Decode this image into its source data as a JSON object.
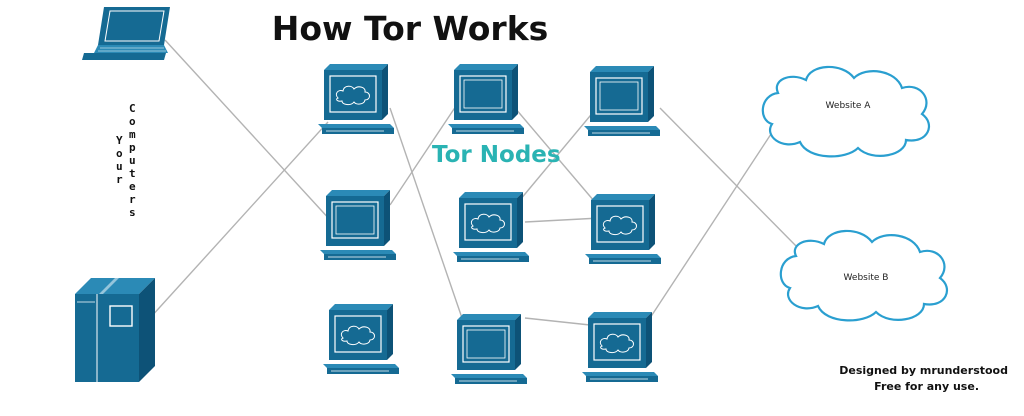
{
  "title": "How Tor Works",
  "nodes_label": "Tor Nodes",
  "computers_label_chars": [
    "C",
    "o",
    "m",
    "p",
    "u",
    "t",
    "e",
    "r",
    "s"
  ],
  "computers_label_prefix_chars": [
    "Y",
    "o",
    "u",
    "r"
  ],
  "websites": [
    {
      "label": "Website A"
    },
    {
      "label": "Website B"
    }
  ],
  "credit": {
    "line1": "Designed by mrunderstood",
    "line2": "Free for any use."
  },
  "colors": {
    "device": "#156a93",
    "device_dark": "#0d5277",
    "device_light": "#2b8ab6",
    "link": "#b3b3b3",
    "cloud_stroke": "#2a9fd0",
    "accent": "#2ab3b3"
  },
  "icons": [
    "laptop-icon",
    "server-icon",
    "tor-node-icon",
    "cloud-icon"
  ]
}
